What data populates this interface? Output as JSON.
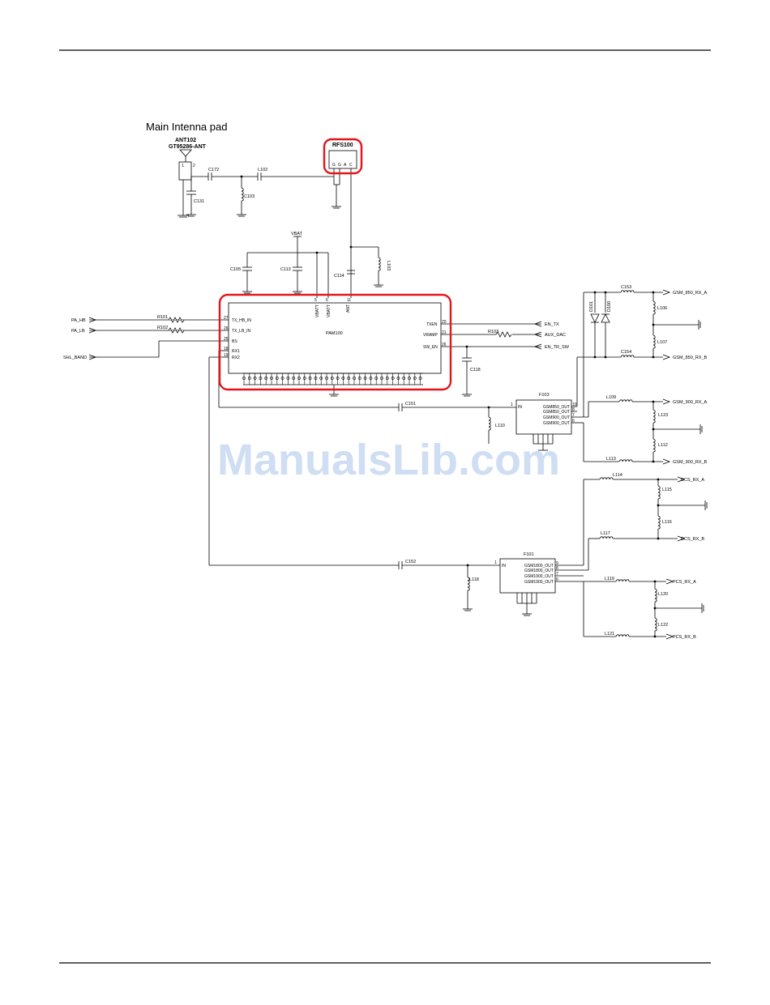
{
  "title": "Main Intenna pad",
  "antenna": {
    "ref": "ANT102",
    "part": "GT95286-ANT"
  },
  "ant_pins": [
    "1",
    "2"
  ],
  "rfs": {
    "ref": "RFS100",
    "pins": [
      "G",
      "G",
      "A",
      "C"
    ]
  },
  "pam": {
    "ref": "PAM100",
    "left_pins": [
      {
        "num": "27",
        "name": "TX_HB_IN"
      },
      {
        "num": "26",
        "name": "TX_LB_IN"
      },
      {
        "num": "25",
        "name": "BS"
      },
      {
        "num": "18",
        "name": "RX1"
      },
      {
        "num": "19",
        "name": "RX2"
      }
    ],
    "right_pins": [
      {
        "num": "20",
        "name": "TXEN"
      },
      {
        "num": "21",
        "name": "VRAMP"
      },
      {
        "num": "26",
        "name": "SW_EN"
      }
    ],
    "top_pins": [
      {
        "num": "5",
        "name": "VBATT"
      },
      {
        "num": "6",
        "name": "VBATT"
      },
      {
        "num": "11",
        "name": "ANT"
      }
    ]
  },
  "nets": {
    "vbat": "VBAT",
    "pa_hb": "PA_HB",
    "pa_lb": "PA_LB",
    "shl_band": "SHL_BAND",
    "en_tx": "EN_TX",
    "aux_dac": "AUX_DAC",
    "en_tr_sw": "EN_TR_SW",
    "gsm850_a": "GSM_850_RX_A",
    "gsm850_b": "GSM_850_RX_B",
    "gsm900_a": "GSM_900_RX_A",
    "gsm900_b": "GSM_900_RX_B",
    "dcs_a": "DCS_RX_A",
    "dcs_b": "DCS_RX_B",
    "pcs_a": "PCS_RX_A",
    "pcs_b": "PCS_RX_B"
  },
  "components": {
    "c172": "C172",
    "l102": "L102",
    "c131": "C131",
    "c103": "C103",
    "c105": "C105",
    "c113": "C113",
    "c114": "C114",
    "l103": "L103",
    "r101": "R101",
    "r102": "R102",
    "r103": "R103",
    "c118": "C118",
    "c151": "C151",
    "c152": "C152",
    "l110": "L110",
    "l118": "L118",
    "d101": "D101",
    "d100": "D100",
    "c153": "C153",
    "c154": "C154",
    "l106": "L106",
    "l107": "L107",
    "l109": "L109",
    "l123": "L123",
    "l112": "L112",
    "l113": "L113",
    "l114": "L114",
    "l115": "L115",
    "l116": "L116",
    "l117": "L117",
    "l119": "L119",
    "l120": "L120",
    "l122": "L122",
    "l121": "L121"
  },
  "f103": {
    "ref": "F103",
    "in": "IN",
    "outs": [
      "GSM850_OUT",
      "GSM850_OUT",
      "GSM900_OUT",
      "GSM900_OUT"
    ],
    "pin_in": "1",
    "pins": [
      "10",
      "8",
      "7",
      "6"
    ]
  },
  "f101": {
    "ref": "F101",
    "in": "IN",
    "outs": [
      "GSM1800_OUT",
      "GSM1800_OUT",
      "GSM1900_OUT",
      "GSM1900_OUT"
    ],
    "pin_in": "1",
    "pins": [
      "9",
      "8",
      "7",
      "6"
    ]
  },
  "watermark": "ManualsLib.com",
  "colors": {
    "highlight": "#e3151b",
    "watermark": "#c7d9f1",
    "line": "#000000"
  }
}
